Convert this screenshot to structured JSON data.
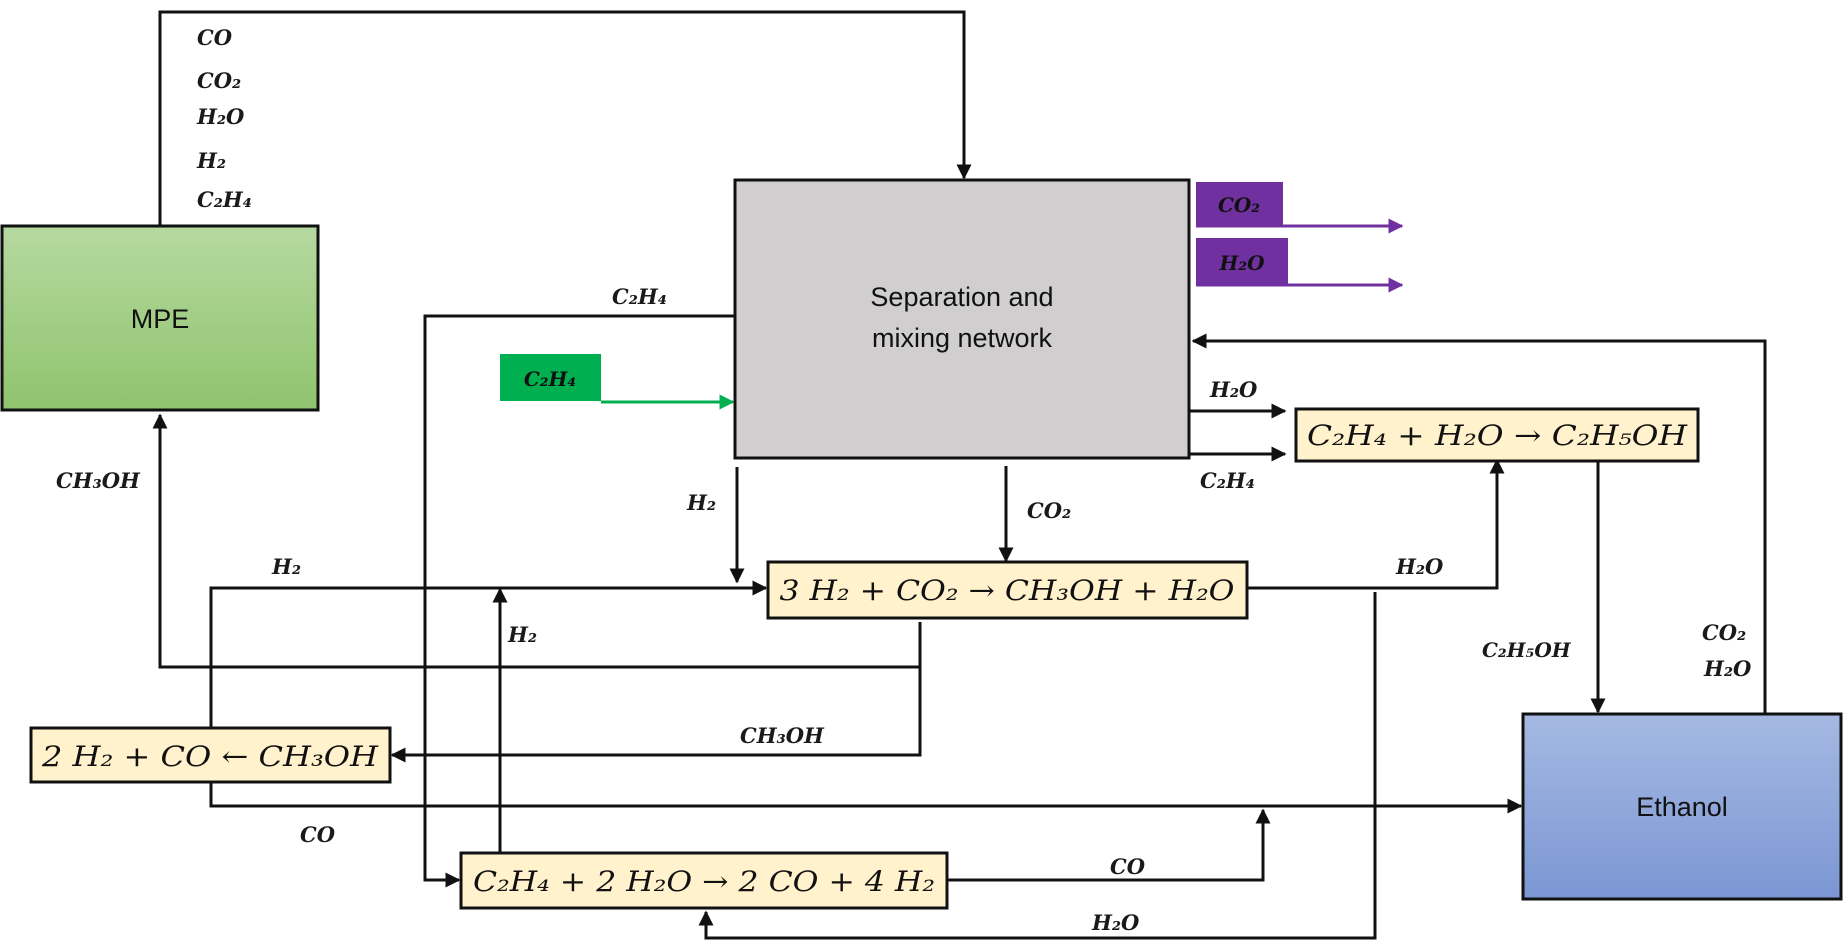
{
  "colors": {
    "mpe": "#a8d08d",
    "separation": "#d0cece",
    "reaction": "#fff2cc",
    "ethanol": "#8faadc",
    "c2h4_feed": "#00b050",
    "product_out": "#7030a0",
    "line": "#111111"
  },
  "nodes": {
    "mpe": "MPE",
    "separation_l1": "Separation and",
    "separation_l2": "mixing network",
    "ethanol": "Ethanol",
    "r_hydration": "C₂H₄ + H₂O → C₂H₅OH",
    "r_methanol": "3 H₂ + CO₂ → CH₃OH + H₂O",
    "r_decomp": "2 H₂ + CO ← CH₃OH",
    "r_reform": "C₂H₄ + 2 H₂O → 2 CO + 4 H₂"
  },
  "mpe_outputs": [
    "CO",
    "CO₂",
    "H₂O",
    "H₂",
    "C₂H₄"
  ],
  "edge_labels": {
    "c2h4_recycle": "C₂H₄",
    "c2h4_feed": "C₂H₄",
    "co2_out": "CO₂",
    "h2o_out": "H₂O",
    "h2o_to_hydration": "H₂O",
    "c2h4_to_hydration": "C₂H₄",
    "h2_sep": "H₂",
    "co2_sep": "CO₂",
    "ch3oh_to_mpe": "CH₃OH",
    "h2_left": "H₂",
    "h2_reform": "H₂",
    "h2o_methanol": "H₂O",
    "c2h5oh": "C₂H₅OH",
    "ethanol_co2": "CO₂",
    "ethanol_h2o": "H₂O",
    "ch3oh_decomp": "CH₃OH",
    "co_left": "CO",
    "co_reform": "CO",
    "h2o_bottom": "H₂O"
  }
}
